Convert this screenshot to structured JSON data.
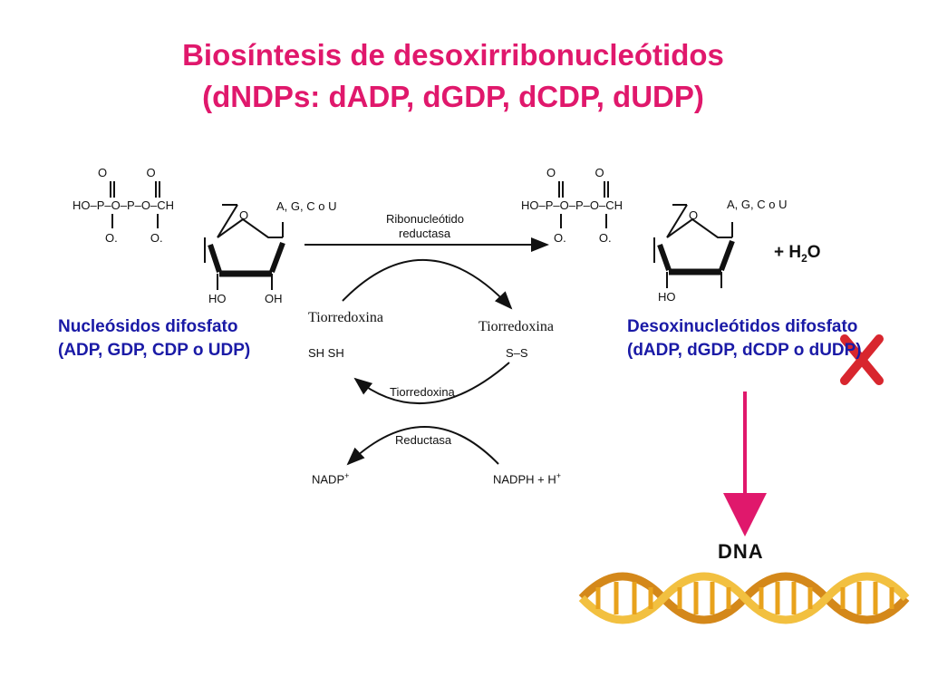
{
  "title": {
    "line1": "Biosíntesis de desoxirribonucleótidos",
    "line2": "(dNDPs: dADP, dGDP, dCDP, dUDP)"
  },
  "substrate": {
    "phosphate": "HO–P–O–P–O–CH",
    "bases": "A, G, C o U",
    "hydroxyl_2": "HO",
    "hydroxyl_3": "OH",
    "caption_line1": "Nucleósidos difosfato",
    "caption_line2": "(ADP, GDP, CDP o UDP)"
  },
  "product": {
    "phosphate": "HO–P–O–P–O–CH",
    "bases": "A, G, C o U",
    "hydroxyl": "HO",
    "water": "+ H",
    "water_sub": "2",
    "water_suffix": "O",
    "caption_line1": "Desoxinucleótidos difosfato",
    "caption_line2": "(dADP, dGDP, dCDP o dUDP)"
  },
  "enzymes": {
    "main_line1": "Ribonucleótido",
    "main_line2": "reductasa",
    "thioredoxin_reduced": "Tiorredoxina",
    "thioredoxin_reduced_groups": "SH SH",
    "thioredoxin_oxidized": "Tiorredoxina",
    "thioredoxin_oxidized_groups": "S–S",
    "reductase_line1": "Tiorredoxina",
    "reductase_line2": "Reductasa",
    "nadp": "NADP",
    "nadph": "NADPH  +  H",
    "plus_sign": "+"
  },
  "dna": {
    "label": "DNA"
  },
  "colors": {
    "title": "#e0186c",
    "caption": "#1a1aa6",
    "arrow": "#e0186c",
    "cross": "#d8262e",
    "helix": "#e8a21c"
  }
}
